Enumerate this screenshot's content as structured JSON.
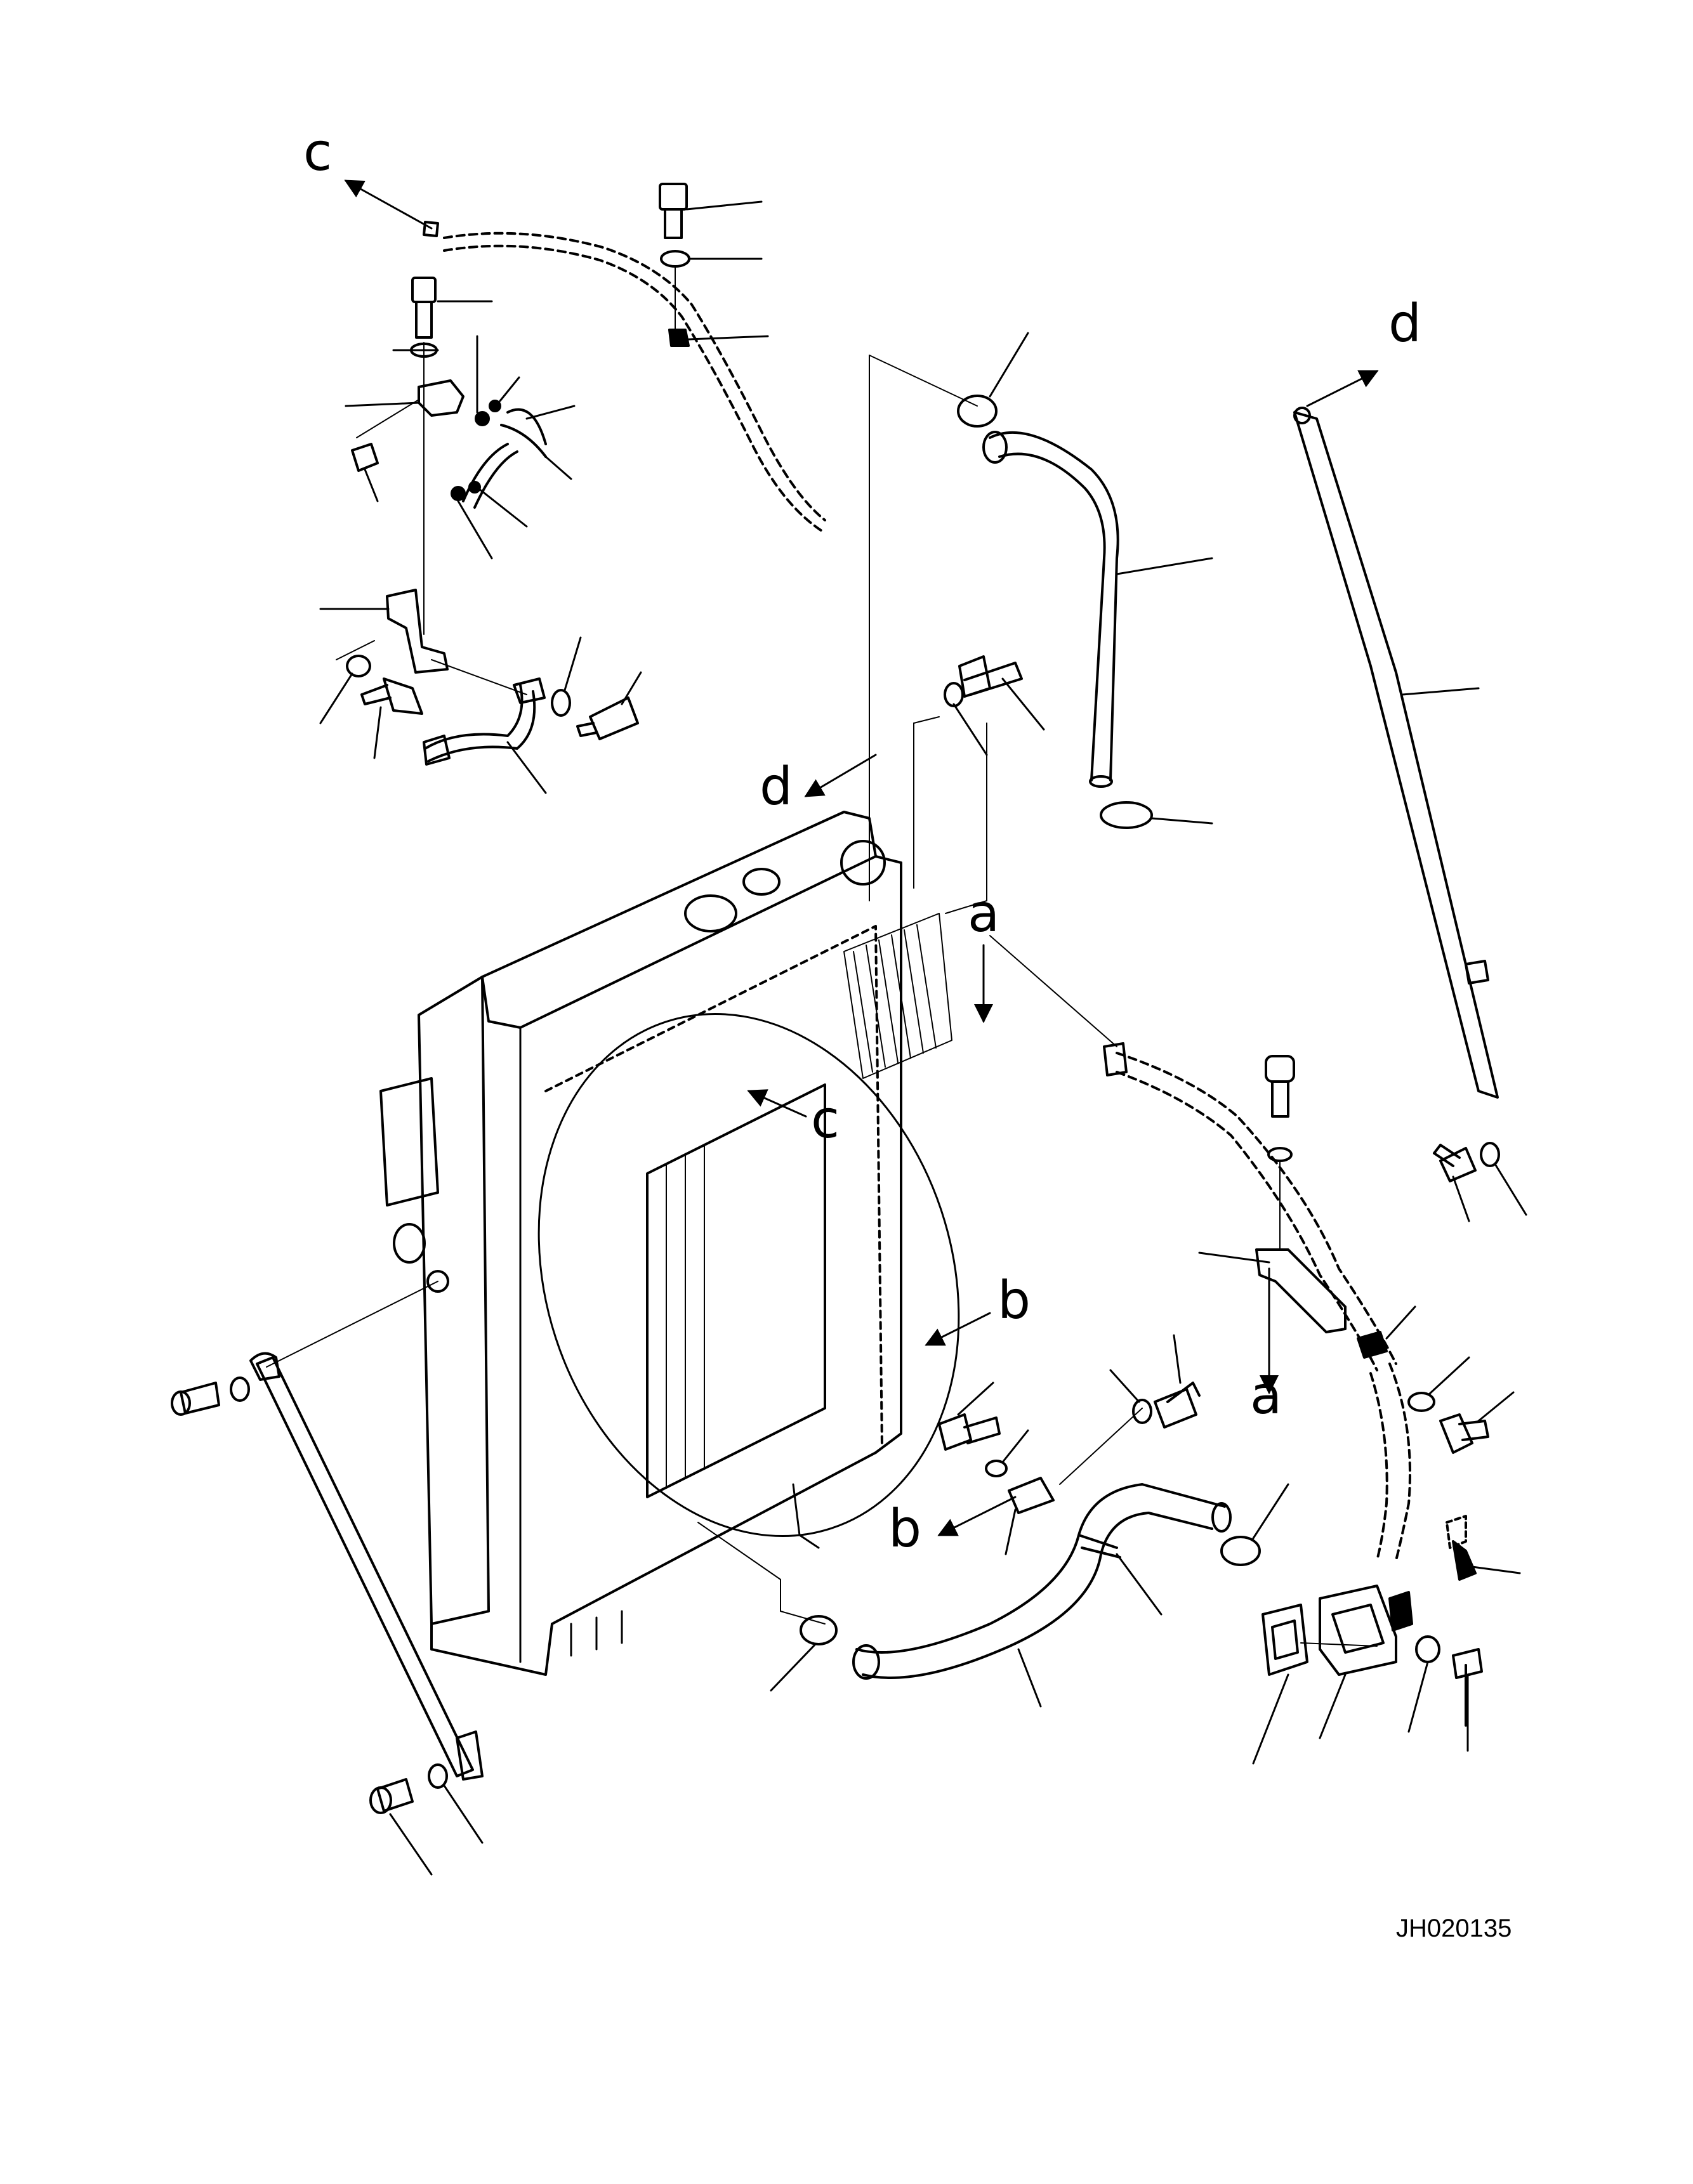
{
  "callouts": {
    "c_top": "c",
    "c_mid": "c",
    "d_top": "d",
    "d_mid": "d",
    "a_top": "a",
    "a_bottom": "a",
    "b_top": "b",
    "b_bottom": "b"
  },
  "drawing_id": "JH020135",
  "colors": {
    "line": "#000000",
    "background": "#ffffff"
  }
}
